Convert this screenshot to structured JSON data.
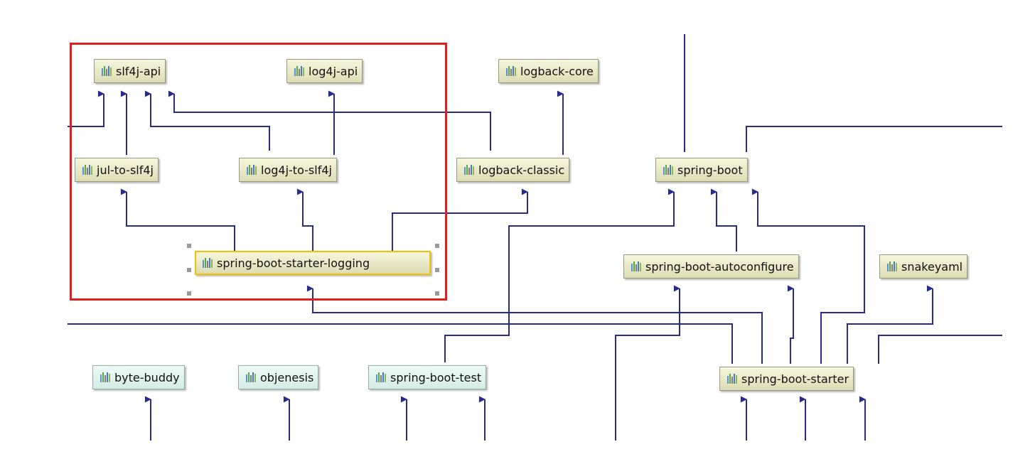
{
  "diagram": {
    "colors": {
      "edge": "#2a2a8a",
      "group_frame": "#e02020",
      "selection": "#f2c200",
      "library_node": "#e9e9c8",
      "test_node": "#dff3ec"
    },
    "nodes": [
      {
        "id": "slf4j-api",
        "label": "slf4j-api",
        "kind": "library"
      },
      {
        "id": "log4j-api",
        "label": "log4j-api",
        "kind": "library"
      },
      {
        "id": "logback-core",
        "label": "logback-core",
        "kind": "library"
      },
      {
        "id": "jul-to-slf4j",
        "label": "jul-to-slf4j",
        "kind": "library"
      },
      {
        "id": "log4j-to-slf4j",
        "label": "log4j-to-slf4j",
        "kind": "library"
      },
      {
        "id": "logback-classic",
        "label": "logback-classic",
        "kind": "library"
      },
      {
        "id": "spring-boot",
        "label": "spring-boot",
        "kind": "library"
      },
      {
        "id": "spring-boot-starter-logging",
        "label": "spring-boot-starter-logging",
        "kind": "library",
        "selected": true
      },
      {
        "id": "spring-boot-autoconfigure",
        "label": "spring-boot-autoconfigure",
        "kind": "library"
      },
      {
        "id": "snakeyaml",
        "label": "snakeyaml",
        "kind": "library"
      },
      {
        "id": "byte-buddy",
        "label": "byte-buddy",
        "kind": "test"
      },
      {
        "id": "objenesis",
        "label": "objenesis",
        "kind": "test"
      },
      {
        "id": "spring-boot-test",
        "label": "spring-boot-test",
        "kind": "test"
      },
      {
        "id": "spring-boot-starter",
        "label": "spring-boot-starter",
        "kind": "library"
      }
    ],
    "edges": [
      {
        "from": "jul-to-slf4j",
        "to": "slf4j-api"
      },
      {
        "from": "log4j-to-slf4j",
        "to": "slf4j-api"
      },
      {
        "from": "log4j-to-slf4j",
        "to": "log4j-api"
      },
      {
        "from": "logback-classic",
        "to": "slf4j-api"
      },
      {
        "from": "logback-classic",
        "to": "logback-core"
      },
      {
        "from": "spring-boot-starter-logging",
        "to": "jul-to-slf4j"
      },
      {
        "from": "spring-boot-starter-logging",
        "to": "log4j-to-slf4j"
      },
      {
        "from": "spring-boot-starter-logging",
        "to": "logback-classic"
      },
      {
        "from": "spring-boot-autoconfigure",
        "to": "spring-boot"
      },
      {
        "from": "spring-boot-starter",
        "to": "spring-boot-starter-logging"
      },
      {
        "from": "spring-boot-starter",
        "to": "spring-boot"
      },
      {
        "from": "spring-boot-starter",
        "to": "spring-boot-autoconfigure"
      },
      {
        "from": "spring-boot-starter",
        "to": "snakeyaml"
      },
      {
        "from": "spring-boot-test",
        "to": "spring-boot"
      }
    ],
    "groups": [
      {
        "id": "logging-group",
        "members": [
          "slf4j-api",
          "log4j-api",
          "jul-to-slf4j",
          "log4j-to-slf4j",
          "spring-boot-starter-logging"
        ]
      }
    ]
  }
}
